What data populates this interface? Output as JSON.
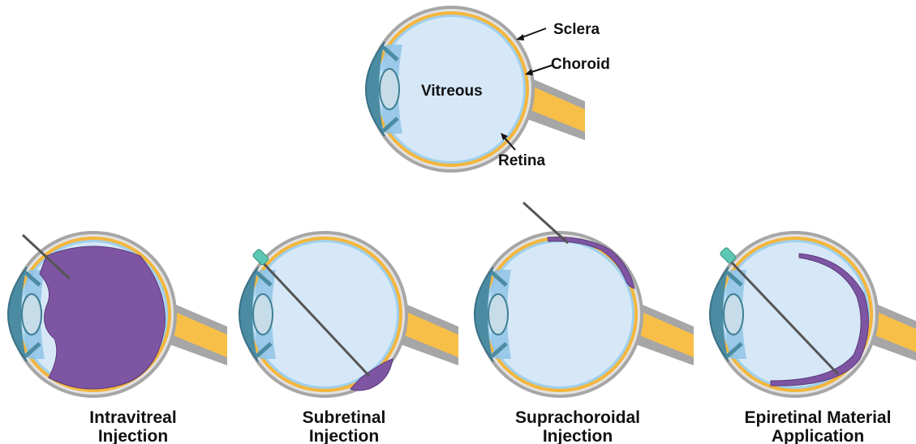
{
  "colors": {
    "sclera": "#a6a6a6",
    "sclera_inner": "#dcdcdc",
    "choroid": "#f4b63c",
    "retina": "#8fc8ec",
    "vitreous": "#d6e8f7",
    "cornea": "#4b8ca3",
    "lens": "#c6dce8",
    "drug": "#7e55a2",
    "needle": "#555555",
    "needle_hub": "#5cc8b4"
  },
  "labels": {
    "sclera": "Sclera",
    "choroid": "Choroid",
    "vitreous": "Vitreous",
    "retina": "Retina"
  },
  "panels": [
    {
      "id": "intravitreal",
      "line1": "Intravitreal",
      "line2": "Injection"
    },
    {
      "id": "subretinal",
      "line1": "Subretinal",
      "line2": "Injection"
    },
    {
      "id": "suprachoroidal",
      "line1": "Suprachoroidal",
      "line2": "Injection"
    },
    {
      "id": "epiretinal",
      "line1": "Epiretinal Material",
      "line2": "Application"
    }
  ]
}
